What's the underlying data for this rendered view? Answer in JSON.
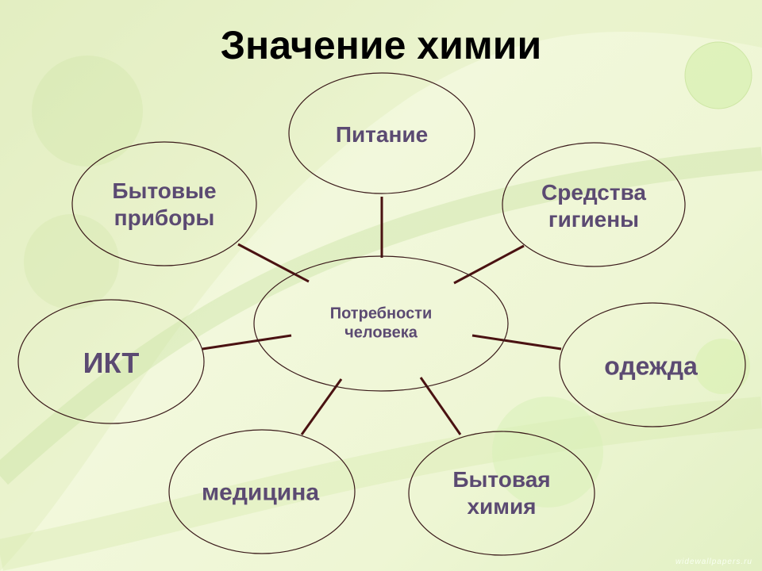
{
  "title": "Значение химии",
  "center": "Потребности\nчеловека",
  "nodes": {
    "nutrition": "Питание",
    "appliances": "Бытовые\nприборы",
    "hygiene": "Средства\nгигиены",
    "ict": "ИКТ",
    "clothing": "одежда",
    "medicine": "медицина",
    "household_chemicals": "Бытовая\nхимия"
  },
  "watermark": "widewallpapers.ru",
  "colors": {
    "text": "#5b4a72",
    "connector": "#4a1212",
    "outline": "#3a1a1a"
  }
}
